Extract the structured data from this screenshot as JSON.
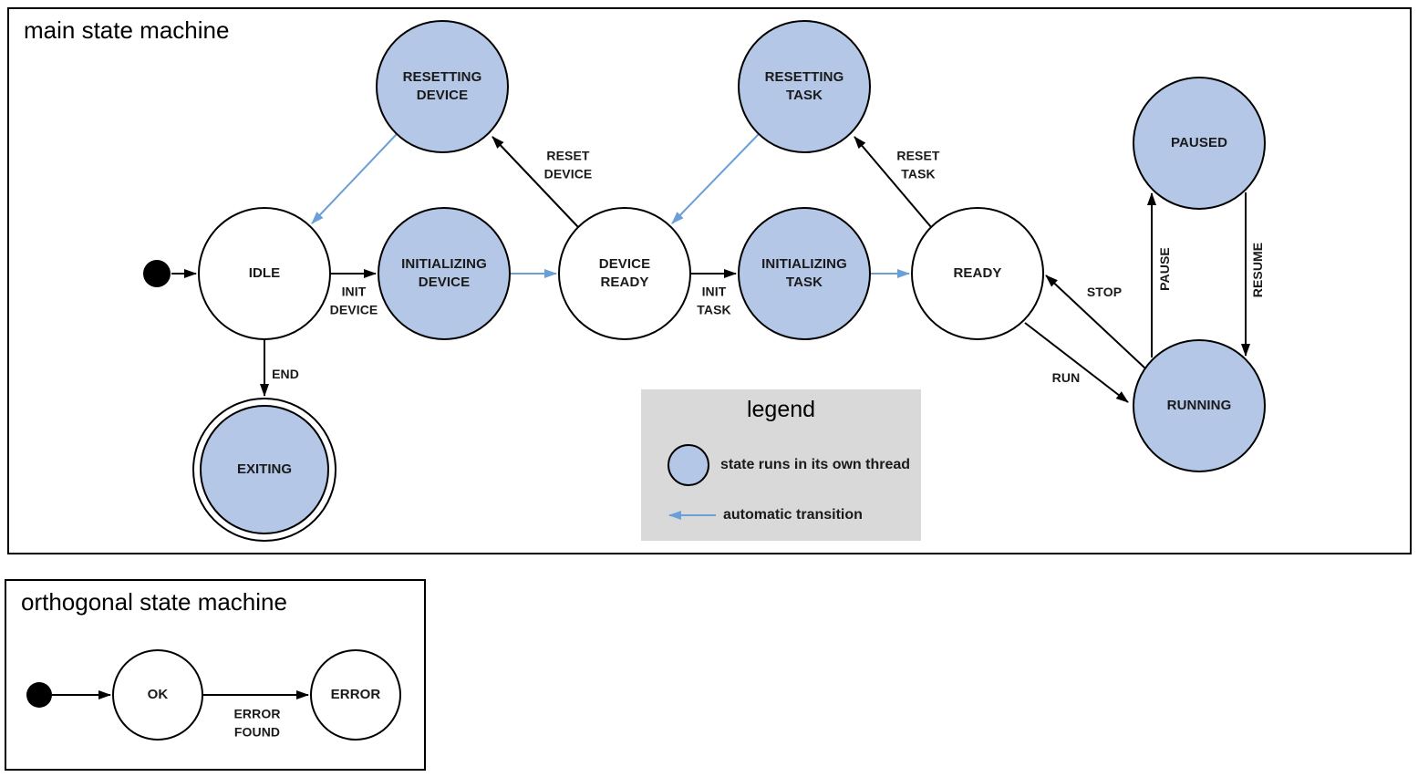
{
  "panels": {
    "main": {
      "title": "main state machine"
    },
    "orthogonal": {
      "title": "orthogonal state machine"
    }
  },
  "legend": {
    "title": "legend",
    "items": [
      {
        "label": "state runs in its own thread"
      },
      {
        "label": "automatic transition"
      }
    ]
  },
  "states": {
    "idle": {
      "label": "IDLE"
    },
    "resetting_device": {
      "label": "RESETTING\nDEVICE"
    },
    "initializing_device": {
      "label": "INITIALIZING\nDEVICE"
    },
    "device_ready": {
      "label": "DEVICE\nREADY"
    },
    "resetting_task": {
      "label": "RESETTING\nTASK"
    },
    "initializing_task": {
      "label": "INITIALIZING\nTASK"
    },
    "ready": {
      "label": "READY"
    },
    "paused": {
      "label": "PAUSED"
    },
    "running": {
      "label": "RUNNING"
    },
    "exiting": {
      "label": "EXITING"
    },
    "ok": {
      "label": "OK"
    },
    "error": {
      "label": "ERROR"
    }
  },
  "transitions": {
    "init_device": {
      "label": "INIT\nDEVICE"
    },
    "reset_device": {
      "label": "RESET\nDEVICE"
    },
    "init_task": {
      "label": "INIT\nTASK"
    },
    "reset_task": {
      "label": "RESET\nTASK"
    },
    "stop": {
      "label": "STOP"
    },
    "run": {
      "label": "RUN"
    },
    "pause": {
      "label": "PAUSE"
    },
    "resume": {
      "label": "RESUME"
    },
    "end": {
      "label": "END"
    },
    "error_found": {
      "label": "ERROR\nFOUND"
    }
  },
  "colors": {
    "thread-fill": "#b4c7e7",
    "auto-arrow": "#6a9fd8",
    "legend-bg": "#d9d9d9",
    "stroke": "#000000",
    "text": "#1a1a1a"
  }
}
